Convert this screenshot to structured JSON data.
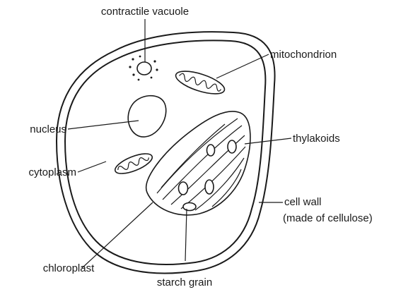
{
  "labels": {
    "contractile_vacuole": "contractile vacuole",
    "mitochondrion": "mitochondrion",
    "nucleus": "nucleus",
    "cytoplasm": "cytoplasm",
    "thylakoids": "thylakoids",
    "cell_wall_line1": "cell wall",
    "cell_wall_line2": "(made of cellulose)",
    "chloroplast": "chloroplast",
    "starch_grain": "starch grain"
  },
  "colors": {
    "ink": "#1a1a1a",
    "background": "#ffffff"
  }
}
